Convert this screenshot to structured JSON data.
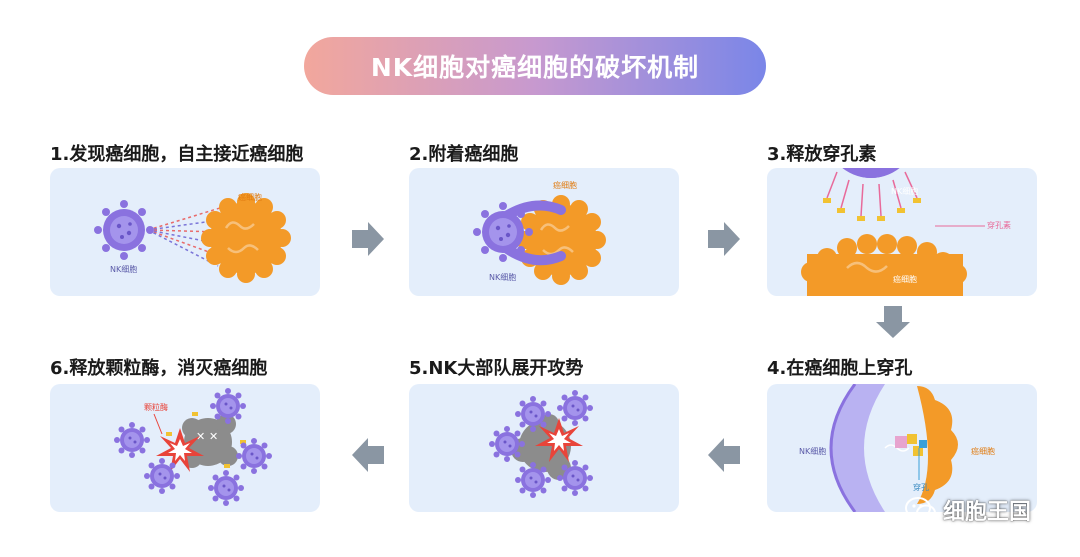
{
  "title": "NK细胞对癌细胞的破坏机制",
  "colors": {
    "nk_cell": "#8a72df",
    "cancer_cell": "#f39a28",
    "panel_bg": "#e4eefb",
    "arrow": "#8a96a3"
  },
  "steps": [
    {
      "label": "1.发现癌细胞，自主接近癌细胞",
      "nk_label": "NK细胞",
      "cancer_label": "癌细胞"
    },
    {
      "label": "2.附着癌细胞",
      "nk_label": "NK细胞",
      "cancer_label": "癌细胞"
    },
    {
      "label": "3.释放穿孔素",
      "nk_label": "NK细胞",
      "cancer_label": "癌细胞",
      "perforin_label": "穿孔素"
    },
    {
      "label": "4.在癌细胞上穿孔",
      "nk_label": "NK细胞",
      "cancer_label": "癌细胞",
      "pore_label": "穿孔"
    },
    {
      "label": "5.NK大部队展开攻势"
    },
    {
      "label": "6.释放颗粒酶，消灭癌细胞",
      "granzyme_label": "颗粒酶"
    }
  ],
  "watermark": "细胞王国"
}
